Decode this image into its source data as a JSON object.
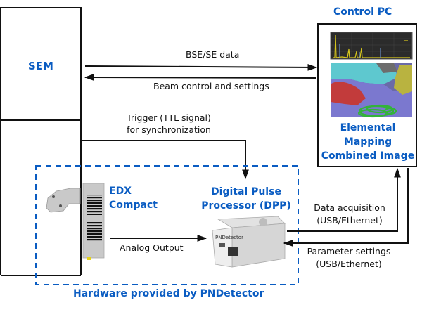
{
  "title": "SEM EDX system block diagram",
  "colors": {
    "accent_blue": "#0a5cc2",
    "line": "#111111",
    "device_gray": "#c8c8c8"
  },
  "blocks": {
    "sem": {
      "label": "SEM"
    },
    "control_pc": {
      "title": "Control PC",
      "caption_lines": [
        "Elemental",
        "Mapping",
        "Combined Image"
      ],
      "spectrum_icon": "spectrum-chart-thumbnail",
      "map_icon": "elemental-map-thumbnail"
    },
    "edx": {
      "label_lines": [
        "EDX",
        "Compact"
      ],
      "icon": "edx-detector-icon"
    },
    "dpp": {
      "label_lines": [
        "Digital Pulse",
        "Processor (DPP)"
      ],
      "icon": "dpp-device-icon",
      "device_brand": "PNDetector"
    },
    "hardware_group": {
      "label": "Hardware provided by PNDetector"
    }
  },
  "connections": {
    "bse_se": {
      "label": "BSE/SE data",
      "direction": "SEM to Control PC"
    },
    "beam_control": {
      "label": "Beam control and settings",
      "direction": "Control PC to SEM"
    },
    "trigger": {
      "label_lines": [
        "Trigger (TTL signal)",
        "for synchronization"
      ],
      "direction": "SEM to DPP"
    },
    "analog": {
      "label": "Analog Output",
      "direction": "EDX to DPP"
    },
    "data_acq": {
      "label_lines": [
        "Data acquisition",
        "(USB/Ethernet)"
      ],
      "direction": "DPP to Control PC"
    },
    "param": {
      "label_lines": [
        "Parameter settings",
        "(USB/Ethernet)"
      ],
      "direction": "Control PC to DPP"
    }
  }
}
